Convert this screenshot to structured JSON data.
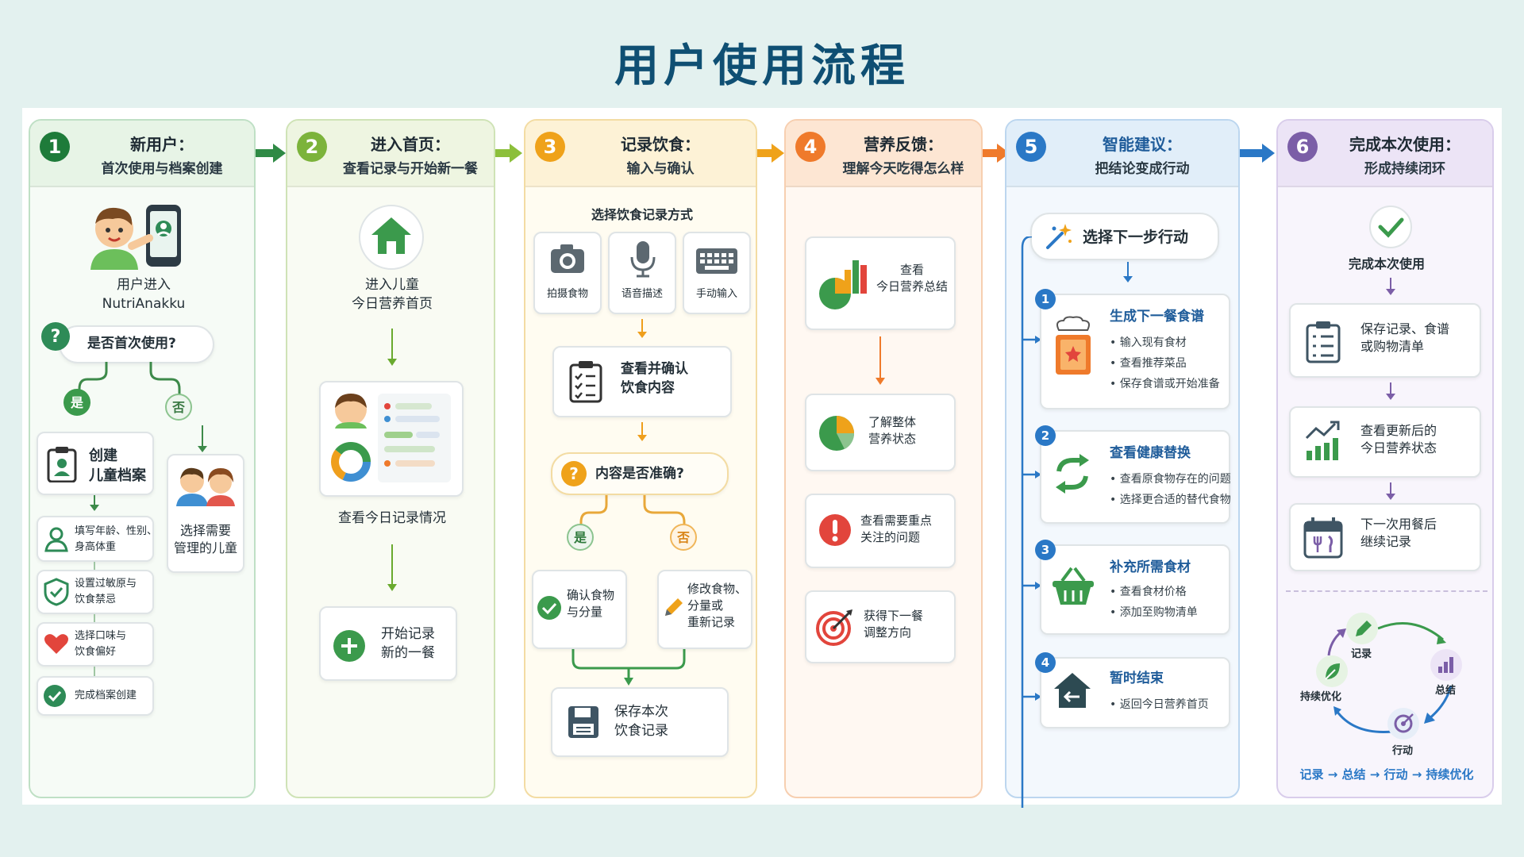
{
  "title": "用户使用流程",
  "colors": {
    "green": "#2e8b57",
    "lime": "#6aaa2e",
    "orange": "#ef9f1c",
    "peach": "#ee7a2b",
    "blue": "#2a78c6",
    "purple": "#7b5ea7"
  },
  "steps": [
    {
      "num": "1",
      "title": "新用户：",
      "subtitle": "首次使用与档案创建"
    },
    {
      "num": "2",
      "title": "进入首页：",
      "subtitle": "查看记录与开始新一餐"
    },
    {
      "num": "3",
      "title": "记录饮食：",
      "subtitle": "输入与确认"
    },
    {
      "num": "4",
      "title": "营养反馈：",
      "subtitle": "理解今天吃得怎么样"
    },
    {
      "num": "5",
      "title": "智能建议：",
      "subtitle": "把结论变成行动"
    },
    {
      "num": "6",
      "title": "完成本次使用：",
      "subtitle": "形成持续闭环"
    }
  ],
  "col1": {
    "enter_l1": "用户进入",
    "enter_l2": "NutriAnakku",
    "question": "是否首次使用?",
    "yes": "是",
    "no": "否",
    "create_l1": "创建",
    "create_l2": "儿童档案",
    "choose_l1": "选择需要",
    "choose_l2": "管理的儿童",
    "items": [
      {
        "l1": "填写年龄、性别、",
        "l2": "身高体重"
      },
      {
        "l1": "设置过敏原与",
        "l2": "饮食禁忌"
      },
      {
        "l1": "选择口味与",
        "l2": "饮食偏好"
      },
      {
        "l1": "完成档案创建",
        "l2": ""
      }
    ]
  },
  "col2": {
    "home_l1": "进入儿童",
    "home_l2": "今日营养首页",
    "view": "查看今日记录情况",
    "start_l1": "开始记录",
    "start_l2": "新的一餐"
  },
  "col3": {
    "method_title": "选择饮食记录方式",
    "methods": [
      "拍摄食物",
      "语音描述",
      "手动输入"
    ],
    "confirm_l1": "查看并确认",
    "confirm_l2": "饮食内容",
    "question": "内容是否准确?",
    "yes": "是",
    "no": "否",
    "ok_l1": "确认食物",
    "ok_l2": "与分量",
    "edit_l1": "修改食物、",
    "edit_l2": "分量或",
    "edit_l3": "重新记录",
    "save_l1": "保存本次",
    "save_l2": "饮食记录"
  },
  "col4": {
    "summary_l1": "查看",
    "summary_l2": "今日营养总结",
    "status_l1": "了解整体",
    "status_l2": "营养状态",
    "issue_l1": "查看需要重点",
    "issue_l2": "关注的问题",
    "dir_l1": "获得下一餐",
    "dir_l2": "调整方向"
  },
  "col5": {
    "action": "选择下一步行动",
    "options": [
      {
        "n": "1",
        "title": "生成下一餐食谱",
        "bullets": [
          "输入现有食材",
          "查看推荐菜品",
          "保存食谱或开始准备"
        ]
      },
      {
        "n": "2",
        "title": "查看健康替换",
        "bullets": [
          "查看原食物存在的问题",
          "选择更合适的替代食物"
        ]
      },
      {
        "n": "3",
        "title": "补充所需食材",
        "bullets": [
          "查看食材价格",
          "添加至购物清单"
        ]
      },
      {
        "n": "4",
        "title": "暂时结束",
        "bullets": [
          "返回今日营养首页"
        ]
      }
    ]
  },
  "col6": {
    "done": "完成本次使用",
    "save_l1": "保存记录、食谱",
    "save_l2": "或购物清单",
    "update_l1": "查看更新后的",
    "update_l2": "今日营养状态",
    "next_l1": "下一次用餐后",
    "next_l2": "继续记录",
    "cycle": [
      "记录",
      "总结",
      "行动",
      "持续优化"
    ],
    "cycle_caption": "记录 → 总结 → 行动 → 持续优化"
  }
}
